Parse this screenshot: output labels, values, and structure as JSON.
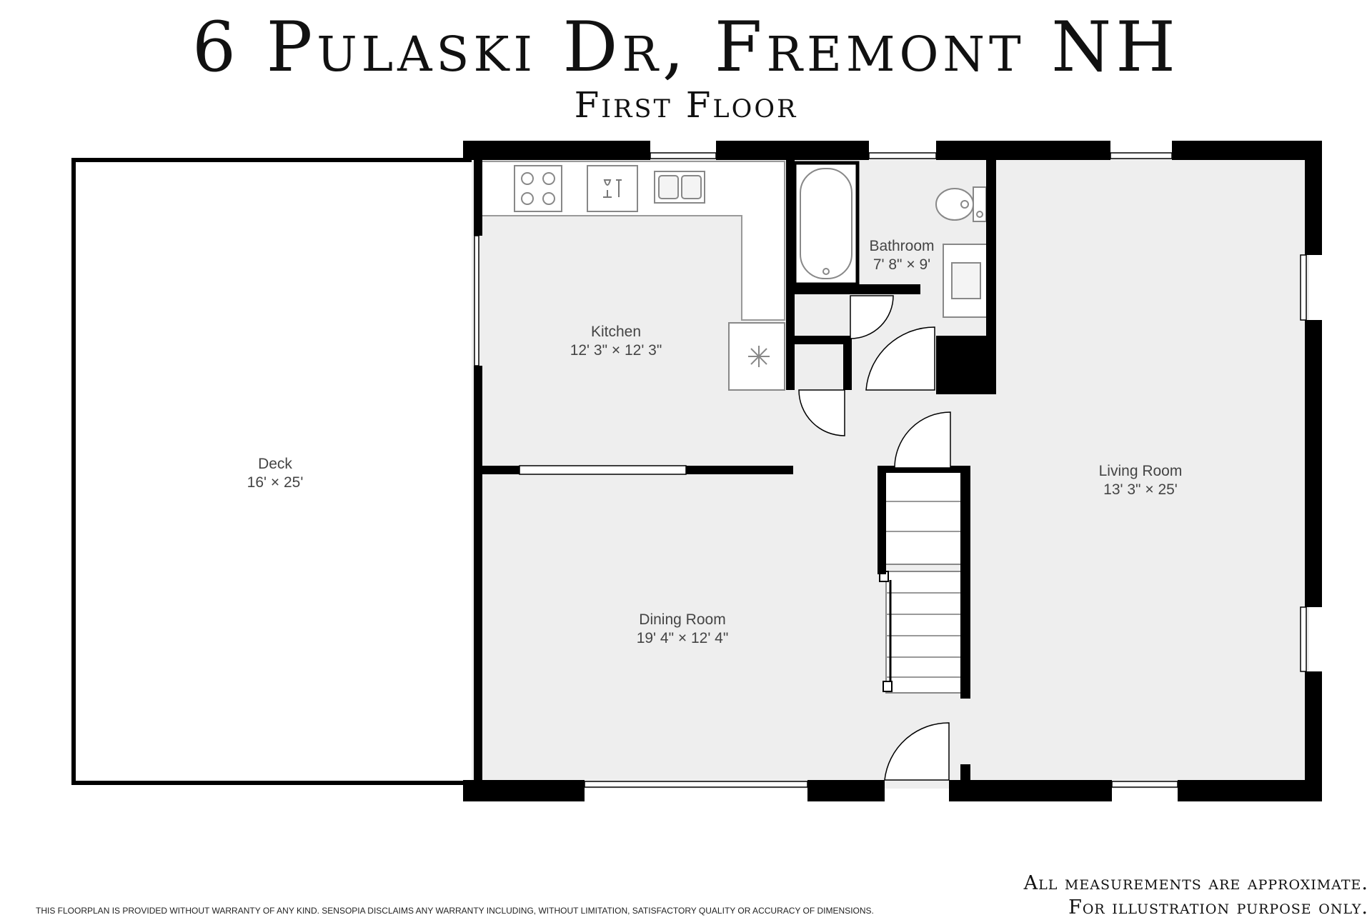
{
  "header": {
    "title": "6 Pulaski Dr, Fremont NH",
    "subtitle": "First Floor"
  },
  "rooms": [
    {
      "name": "Deck",
      "dimensions": "16' × 25'"
    },
    {
      "name": "Kitchen",
      "dimensions": "12' 3\" × 12' 3\""
    },
    {
      "name": "Bathroom",
      "dimensions": "7' 8\" × 9'"
    },
    {
      "name": "Living Room",
      "dimensions": "13' 3\" × 25'"
    },
    {
      "name": "Dining Room",
      "dimensions": "19' 4\" × 12' 4\""
    }
  ],
  "footer": {
    "disclaimer": "THIS FLOORPLAN IS PROVIDED WITHOUT WARRANTY OF ANY KIND. SENSOPIA DISCLAIMS ANY WARRANTY INCLUDING, WITHOUT LIMITATION, SATISFACTORY QUALITY OR ACCURACY OF DIMENSIONS.",
    "note_line1": "All measurements are approximate.",
    "note_line2": "For illustration purpose only."
  },
  "colors": {
    "wall": "#000000",
    "floor": "#eeeeee",
    "deck": "#ffffff"
  }
}
